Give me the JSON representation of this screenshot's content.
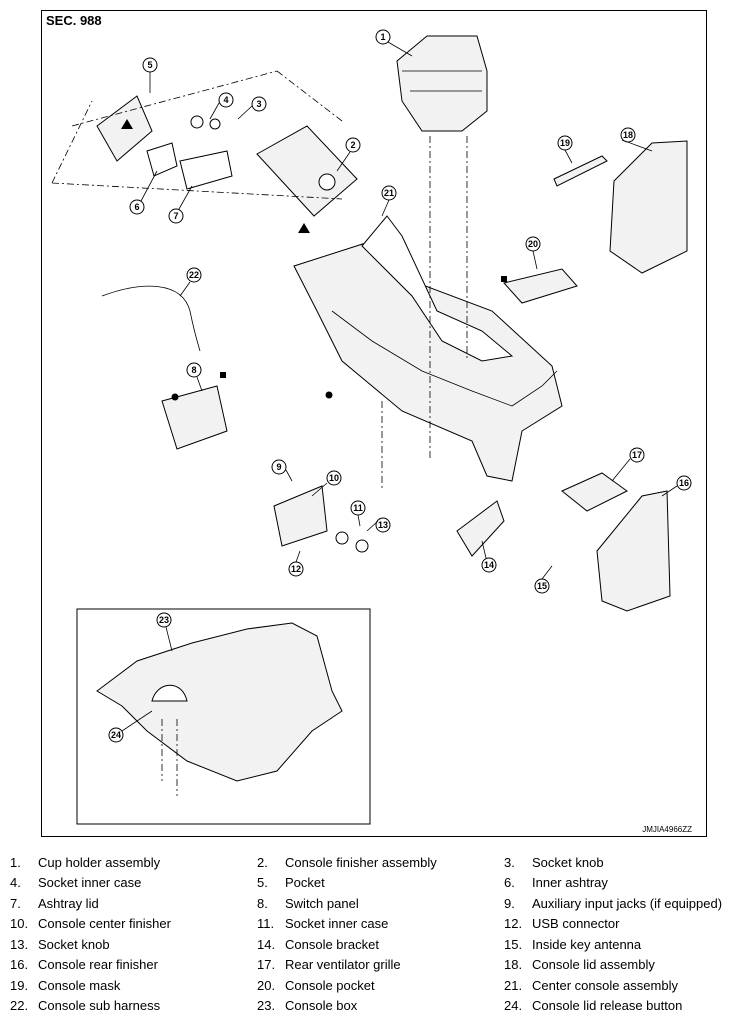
{
  "diagram": {
    "section_label": "SEC. 988",
    "image_code": "JMJIA4966ZZ",
    "callouts": [
      "1",
      "2",
      "3",
      "4",
      "5",
      "6",
      "7",
      "8",
      "9",
      "10",
      "11",
      "12",
      "13",
      "14",
      "15",
      "16",
      "17",
      "18",
      "19",
      "20",
      "21",
      "22",
      "23",
      "24"
    ]
  },
  "legend": {
    "rows": [
      [
        {
          "num": "1.",
          "name": "Cup holder assembly"
        },
        {
          "num": "2.",
          "name": "Console finisher assembly"
        },
        {
          "num": "3.",
          "name": "Socket knob"
        }
      ],
      [
        {
          "num": "4.",
          "name": "Socket inner case"
        },
        {
          "num": "5.",
          "name": "Pocket"
        },
        {
          "num": "6.",
          "name": "Inner ashtray"
        }
      ],
      [
        {
          "num": "7.",
          "name": "Ashtray lid"
        },
        {
          "num": "8.",
          "name": "Switch panel"
        },
        {
          "num": "9.",
          "name": "Auxiliary input jacks (if equipped)"
        }
      ],
      [
        {
          "num": "10.",
          "name": "Console center finisher"
        },
        {
          "num": "11.",
          "name": "Socket inner case"
        },
        {
          "num": "12.",
          "name": "USB connector"
        }
      ],
      [
        {
          "num": "13.",
          "name": "Socket knob"
        },
        {
          "num": "14.",
          "name": "Console bracket"
        },
        {
          "num": "15.",
          "name": "Inside key antenna"
        }
      ],
      [
        {
          "num": "16.",
          "name": "Console rear finisher"
        },
        {
          "num": "17.",
          "name": "Rear ventilator grille"
        },
        {
          "num": "18.",
          "name": "Console lid assembly"
        }
      ],
      [
        {
          "num": "19.",
          "name": "Console mask"
        },
        {
          "num": "20.",
          "name": "Console pocket"
        },
        {
          "num": "21.",
          "name": "Center console assembly"
        }
      ],
      [
        {
          "num": "22.",
          "name": "Console sub harness"
        },
        {
          "num": "23.",
          "name": "Console box"
        },
        {
          "num": "24.",
          "name": "Console lid release button"
        }
      ]
    ]
  }
}
